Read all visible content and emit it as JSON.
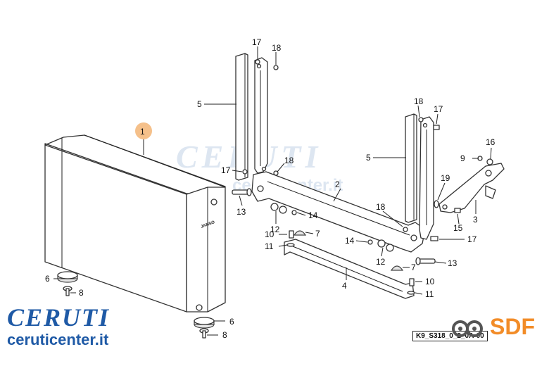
{
  "watermark": {
    "brand": "CERUTI",
    "site": "ceruticenter.it"
  },
  "brand_logo": {
    "name": "CERUTI",
    "site": "ceruticenter.it",
    "color": "#1f5aa6"
  },
  "sdf_logo": {
    "text": "SDF",
    "color": "#f28c28"
  },
  "drawing_code": "K9_S318_0_2_0A-00",
  "radiator_label": "JANSO",
  "callout_highlight_color": "#f5c08a",
  "callouts": [
    {
      "id": "c1",
      "text": "1"
    },
    {
      "id": "c2",
      "text": "2"
    },
    {
      "id": "c3",
      "text": "3"
    },
    {
      "id": "c4",
      "text": "4"
    },
    {
      "id": "c5a",
      "text": "5"
    },
    {
      "id": "c5b",
      "text": "5"
    },
    {
      "id": "c6a",
      "text": "6"
    },
    {
      "id": "c6b",
      "text": "6"
    },
    {
      "id": "c7a",
      "text": "7"
    },
    {
      "id": "c7b",
      "text": "7"
    },
    {
      "id": "c8a",
      "text": "8"
    },
    {
      "id": "c8b",
      "text": "8"
    },
    {
      "id": "c9",
      "text": "9"
    },
    {
      "id": "c10a",
      "text": "10"
    },
    {
      "id": "c10b",
      "text": "10"
    },
    {
      "id": "c11a",
      "text": "11"
    },
    {
      "id": "c11b",
      "text": "11"
    },
    {
      "id": "c12a",
      "text": "12"
    },
    {
      "id": "c12b",
      "text": "12"
    },
    {
      "id": "c13a",
      "text": "13"
    },
    {
      "id": "c13b",
      "text": "13"
    },
    {
      "id": "c14a",
      "text": "14"
    },
    {
      "id": "c14b",
      "text": "14"
    },
    {
      "id": "c15",
      "text": "15"
    },
    {
      "id": "c16",
      "text": "16"
    },
    {
      "id": "c17a",
      "text": "17"
    },
    {
      "id": "c17b",
      "text": "17"
    },
    {
      "id": "c17c",
      "text": "17"
    },
    {
      "id": "c17d",
      "text": "17"
    },
    {
      "id": "c18a",
      "text": "18"
    },
    {
      "id": "c18b",
      "text": "18"
    },
    {
      "id": "c18c",
      "text": "18"
    },
    {
      "id": "c18d",
      "text": "18"
    },
    {
      "id": "c19",
      "text": "19"
    }
  ]
}
